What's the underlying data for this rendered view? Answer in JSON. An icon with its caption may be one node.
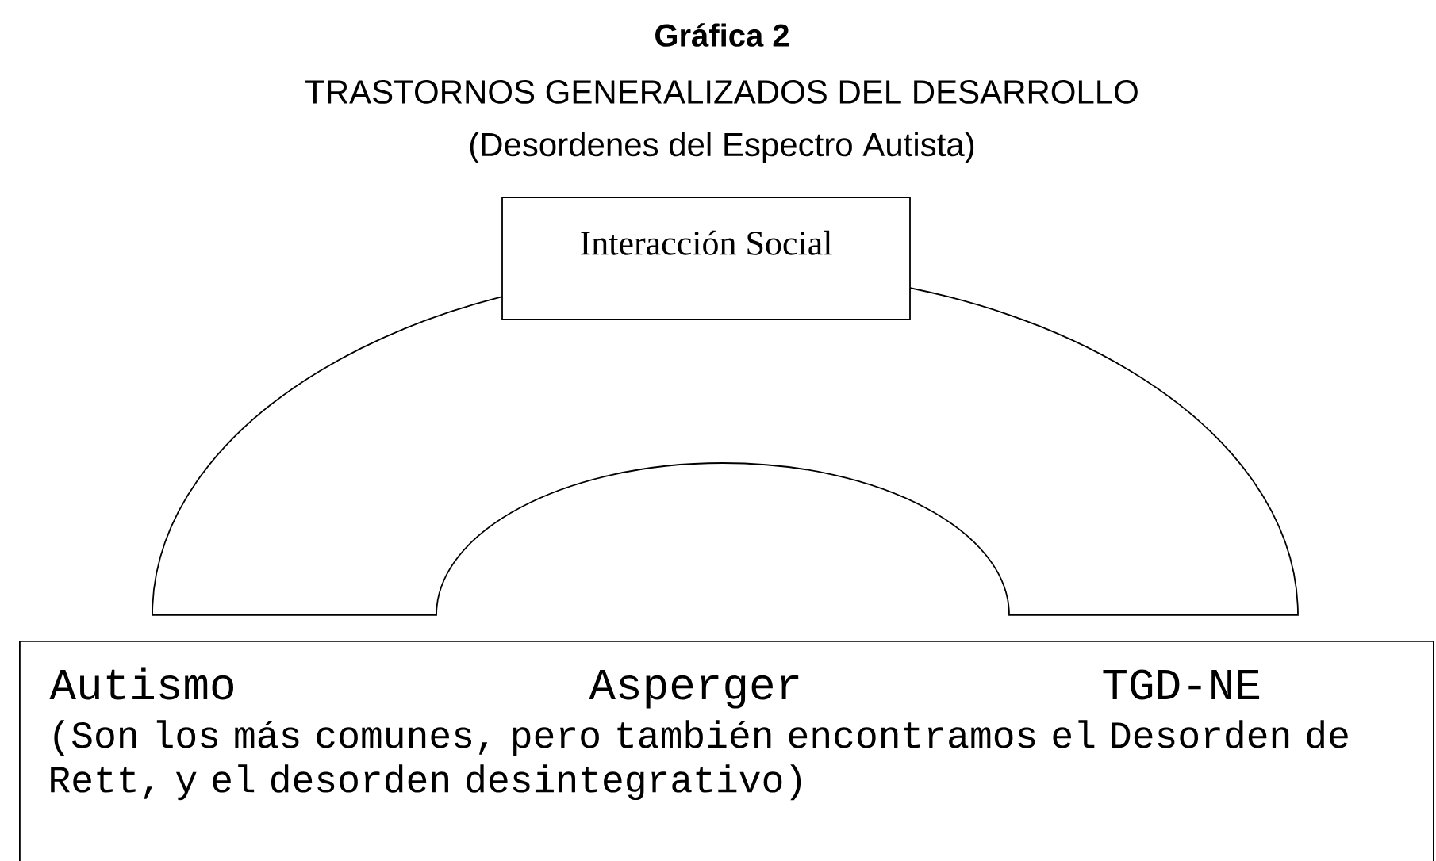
{
  "diagram": {
    "title": "Gráfica 2",
    "nodes": [
      {
        "text": [
          "Interacción Social"
        ]
      },
      {
        "text": [
          "Autismo",
          "Asperger",
          "TGD-NE",
          "(Son los más comunes, pero también encontramos el Desorden de Rett, y el desorden desintegrativo)"
        ]
      }
    ],
    "labels": [
      "TRASTORNOS GENERALIZADOS DEL DESARROLLO",
      "(Desordenes del Espectro Autista)"
    ]
  }
}
